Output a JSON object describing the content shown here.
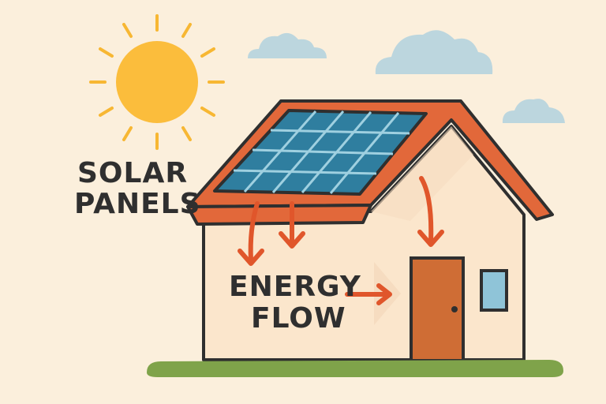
{
  "labels": {
    "solar_line1": "SOLAR",
    "solar_line2": "PANELS",
    "energy_line1": "ENERGY",
    "energy_line2": "FLOW"
  },
  "colors": {
    "background": "#fbefdc",
    "sun": "#fbbd3c",
    "sun_rays": "#f7b733",
    "cloud": "#bcd6de",
    "roof": "#e2683a",
    "panel": "#2f7e9f",
    "panel_grid": "#9fd0e0",
    "wall": "#fbe6cc",
    "door": "#cf6d35",
    "window": "#8fc4d8",
    "arrow": "#e0562b",
    "grass": "#7fa34a",
    "outline": "#2f2f2f"
  },
  "icons": [
    "sun-icon",
    "cloud-icon",
    "solar-panel-icon",
    "house-icon",
    "door-icon",
    "window-icon",
    "arrow-icon"
  ]
}
